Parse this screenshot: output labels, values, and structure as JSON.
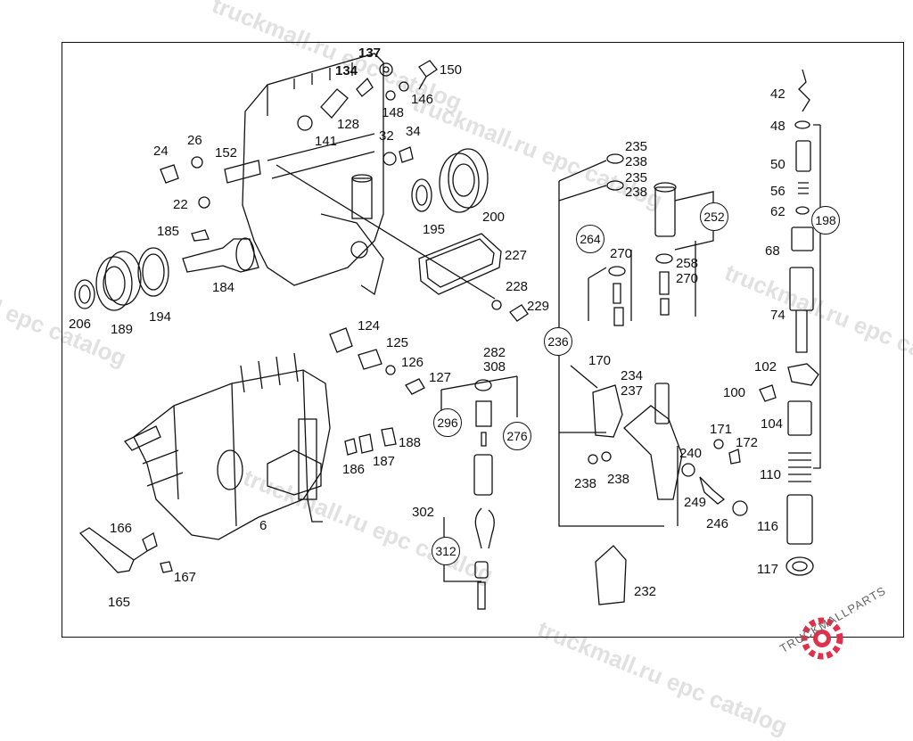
{
  "labels": {
    "l137": "137",
    "l134": "134",
    "l150": "150",
    "l146": "146",
    "l148": "148",
    "l128": "128",
    "l141": "141",
    "l32": "32",
    "l34": "34",
    "l24": "24",
    "l26": "26",
    "l152": "152",
    "l22": "22",
    "l185": "185",
    "l184": "184",
    "l206": "206",
    "l189": "189",
    "l194": "194",
    "l195": "195",
    "l200": "200",
    "l227": "227",
    "l228": "228",
    "l229": "229",
    "l124": "124",
    "l125": "125",
    "l126": "126",
    "l127": "127",
    "l186": "186",
    "l187": "187",
    "l188": "188",
    "l6": "6",
    "l166": "166",
    "l167": "167",
    "l165": "165",
    "l282": "282",
    "l308": "308",
    "l302": "302",
    "l235a": "235",
    "l238a": "238",
    "l235b": "235",
    "l238b": "238",
    "l270a": "270",
    "l258": "258",
    "l270b": "270",
    "l170": "170",
    "l234": "234",
    "l237": "237",
    "l240": "240",
    "l171": "171",
    "l172": "172",
    "l249": "249",
    "l246": "246",
    "l238c": "238",
    "l238d": "238",
    "l232": "232",
    "l42": "42",
    "l48": "48",
    "l50": "50",
    "l56": "56",
    "l62": "62",
    "l68": "68",
    "l74": "74",
    "l102": "102",
    "l100": "100",
    "l104": "104",
    "l110": "110",
    "l116": "116",
    "l117": "117"
  },
  "circles": {
    "c252": "252",
    "c264": "264",
    "c236": "236",
    "c296": "296",
    "c276": "276",
    "c312": "312",
    "c198": "198"
  },
  "watermarks": {
    "w1": "truckmall.ru epc catalog",
    "w2": "truckmall.ru epc catalog",
    "w3": "l epc catalog",
    "w4": "truckmall.ru epc catalog",
    "w5": "truckmall.ru epc catalog",
    "w6": "truckmall.ru epc catalog"
  },
  "logo": {
    "text": "TRUCKMALLPARTS",
    "colors": {
      "brand": "#e0304a",
      "gray": "#8a8a8a"
    }
  }
}
